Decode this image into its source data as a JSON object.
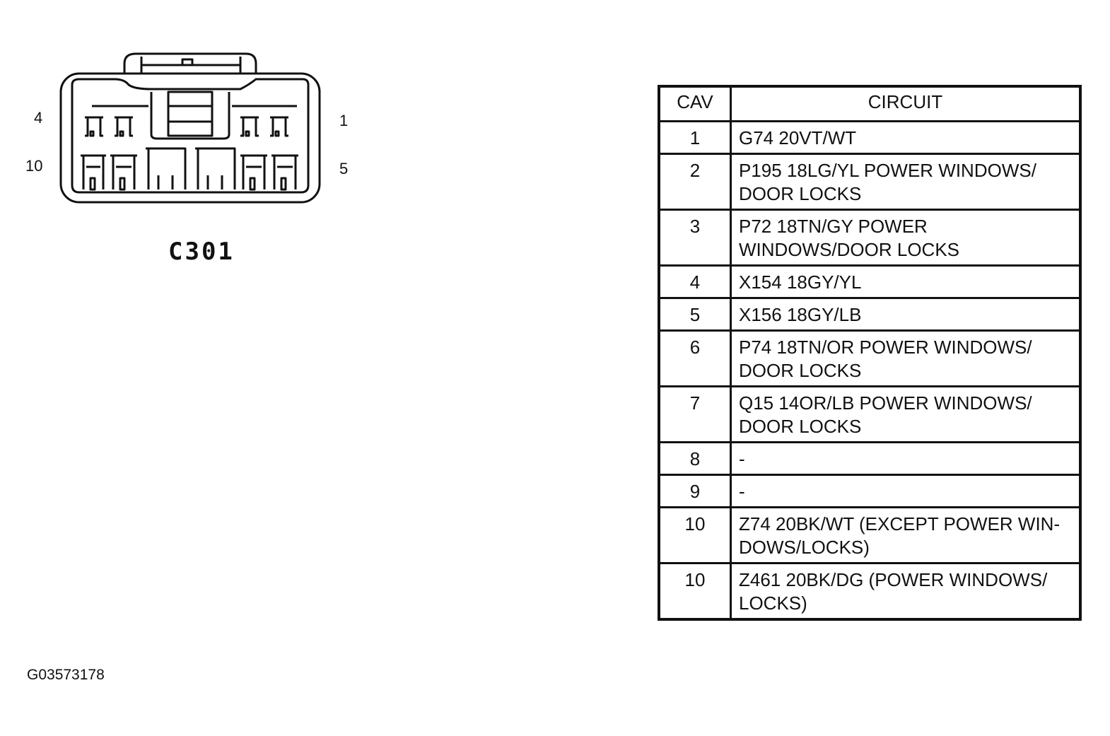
{
  "connector": {
    "name": "C301",
    "pin_labels": {
      "top_left": "4",
      "bottom_left": "10",
      "top_right": "1",
      "bottom_right": "5"
    }
  },
  "table": {
    "headers": {
      "cav": "CAV",
      "circuit": "CIRCUIT"
    },
    "rows": [
      {
        "cav": "1",
        "circuit": "G74 20VT/WT"
      },
      {
        "cav": "2",
        "circuit": "P195 18LG/YL POWER WINDOWS/ DOOR LOCKS"
      },
      {
        "cav": "3",
        "circuit": "P72 18TN/GY POWER WINDOWS/DOOR LOCKS"
      },
      {
        "cav": "4",
        "circuit": "X154 18GY/YL"
      },
      {
        "cav": "5",
        "circuit": "X156 18GY/LB"
      },
      {
        "cav": "6",
        "circuit": "P74 18TN/OR POWER WINDOWS/ DOOR LOCKS"
      },
      {
        "cav": "7",
        "circuit": "Q15 14OR/LB POWER WINDOWS/ DOOR LOCKS"
      },
      {
        "cav": "8",
        "circuit": "-"
      },
      {
        "cav": "9",
        "circuit": "-"
      },
      {
        "cav": "10",
        "circuit": "Z74 20BK/WT (EXCEPT POWER WIN-DOWS/LOCKS)"
      },
      {
        "cav": "10",
        "circuit": "Z461 20BK/DG (POWER WINDOWS/ LOCKS)"
      }
    ]
  },
  "figure_id": "G03573178"
}
